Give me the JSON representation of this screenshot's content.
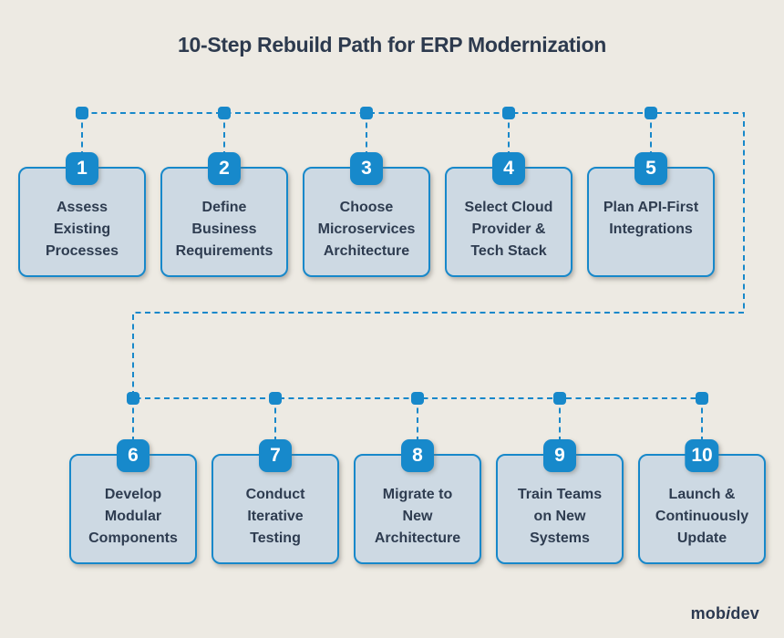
{
  "title": "10-Step Rebuild Path for ERP Modernization",
  "steps": [
    {
      "number": "1",
      "label": "Assess\nExisting\nProcesses"
    },
    {
      "number": "2",
      "label": "Define\nBusiness\nRequirements"
    },
    {
      "number": "3",
      "label": "Choose\nMicroservices\nArchitecture"
    },
    {
      "number": "4",
      "label": "Select Cloud\nProvider &\nTech Stack"
    },
    {
      "number": "5",
      "label": "Plan API-First\nIntegrations"
    },
    {
      "number": "6",
      "label": "Develop\nModular\nComponents"
    },
    {
      "number": "7",
      "label": "Conduct\nIterative\nTesting"
    },
    {
      "number": "8",
      "label": "Migrate to\nNew\nArchitecture"
    },
    {
      "number": "9",
      "label": "Train Teams\non New\nSystems"
    },
    {
      "number": "10",
      "label": "Launch &\nContinuously\nUpdate"
    }
  ],
  "logo": {
    "part1": "mob",
    "part2": "i",
    "part3": "dev"
  },
  "colors": {
    "background": "#edeae3",
    "accent_blue": "#1789cb",
    "card_fill": "#cdd9e3",
    "card_border": "#1788ca",
    "title_text": "#2d3a4e",
    "card_text": "#2e3c50",
    "badge_text": "#ffffff",
    "logo_text": "#2c3950"
  },
  "connector": {
    "style": "dashed",
    "node_shape": "rounded-square"
  }
}
